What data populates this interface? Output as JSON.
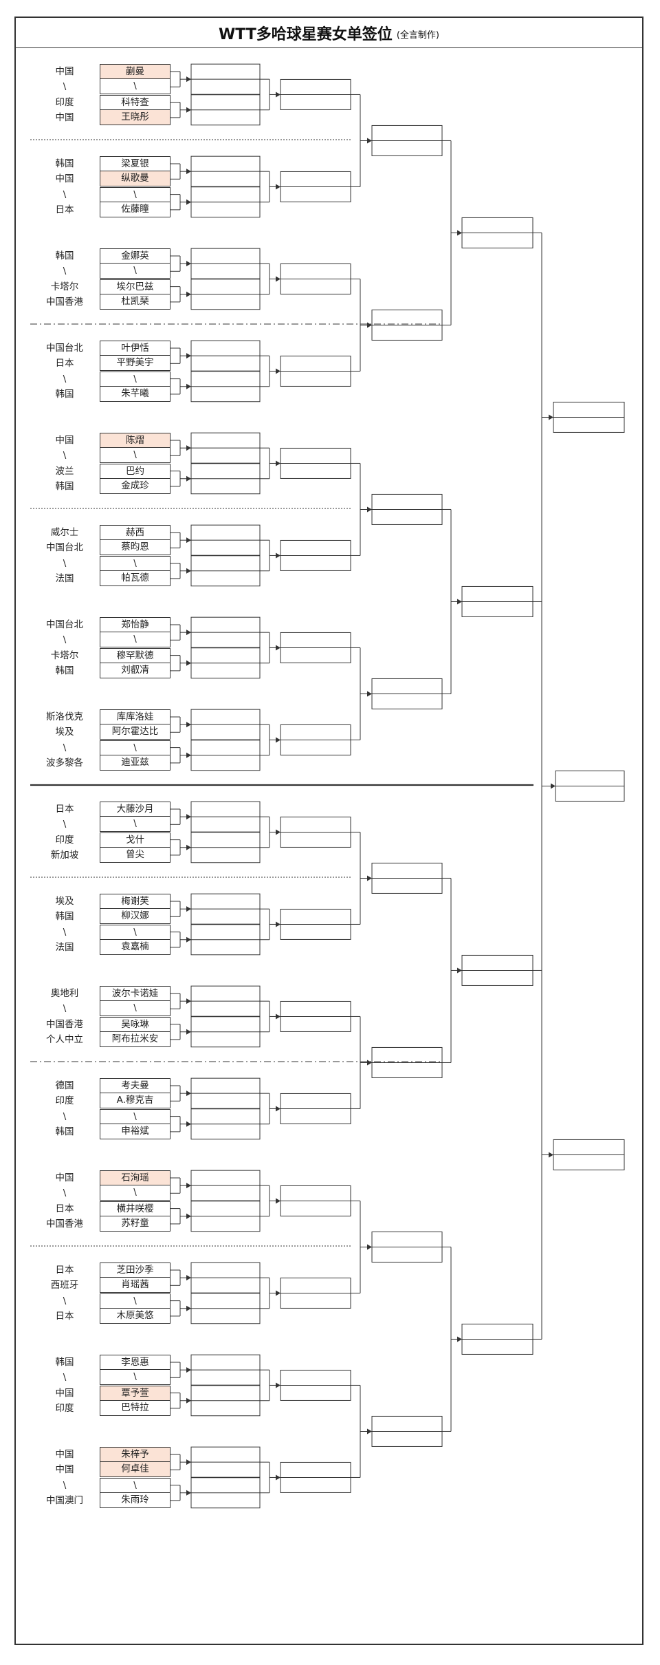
{
  "title": "WTT多哈球星赛女单签位",
  "subtitle": "(全言制作)",
  "colors": {
    "seed_fill": "#fbe3d6",
    "line": "#333333"
  },
  "entries": [
    {
      "country": "中国",
      "player": "蒯曼",
      "seed": true
    },
    {
      "country": "\\",
      "player": "\\",
      "seed": false
    },
    {
      "country": "印度",
      "player": "科特查",
      "seed": false
    },
    {
      "country": "中国",
      "player": "王晓彤",
      "seed": true
    },
    {
      "country": "韩国",
      "player": "梁夏银",
      "seed": false
    },
    {
      "country": "中国",
      "player": "纵歌曼",
      "seed": true
    },
    {
      "country": "\\",
      "player": "\\",
      "seed": false
    },
    {
      "country": "日本",
      "player": "佐藤瞳",
      "seed": false
    },
    {
      "country": "韩国",
      "player": "金娜英",
      "seed": false
    },
    {
      "country": "\\",
      "player": "\\",
      "seed": false
    },
    {
      "country": "卡塔尔",
      "player": "埃尔巴兹",
      "seed": false
    },
    {
      "country": "中国香港",
      "player": "杜凯琹",
      "seed": false
    },
    {
      "country": "中国台北",
      "player": "叶伊恬",
      "seed": false
    },
    {
      "country": "日本",
      "player": "平野美宇",
      "seed": false
    },
    {
      "country": "\\",
      "player": "\\",
      "seed": false
    },
    {
      "country": "韩国",
      "player": "朱芊曦",
      "seed": false
    },
    {
      "country": "中国",
      "player": "陈熠",
      "seed": true
    },
    {
      "country": "\\",
      "player": "\\",
      "seed": false
    },
    {
      "country": "波兰",
      "player": "巴约",
      "seed": false
    },
    {
      "country": "韩国",
      "player": "金成珍",
      "seed": false
    },
    {
      "country": "威尔士",
      "player": "赫西",
      "seed": false
    },
    {
      "country": "中国台北",
      "player": "蔡昀恩",
      "seed": false
    },
    {
      "country": "\\",
      "player": "\\",
      "seed": false
    },
    {
      "country": "法国",
      "player": "帕瓦德",
      "seed": false
    },
    {
      "country": "中国台北",
      "player": "郑怡静",
      "seed": false
    },
    {
      "country": "\\",
      "player": "\\",
      "seed": false
    },
    {
      "country": "卡塔尔",
      "player": "穆罕默德",
      "seed": false
    },
    {
      "country": "韩国",
      "player": "刘叡凊",
      "seed": false
    },
    {
      "country": "斯洛伐克",
      "player": "库库洛娃",
      "seed": false
    },
    {
      "country": "埃及",
      "player": "阿尔霍达比",
      "seed": false
    },
    {
      "country": "\\",
      "player": "\\",
      "seed": false
    },
    {
      "country": "波多黎各",
      "player": "迪亚兹",
      "seed": false
    },
    {
      "country": "日本",
      "player": "大藤沙月",
      "seed": false
    },
    {
      "country": "\\",
      "player": "\\",
      "seed": false
    },
    {
      "country": "印度",
      "player": "戈什",
      "seed": false
    },
    {
      "country": "新加坡",
      "player": "曾尖",
      "seed": false
    },
    {
      "country": "埃及",
      "player": "梅谢芙",
      "seed": false
    },
    {
      "country": "韩国",
      "player": "柳汉娜",
      "seed": false
    },
    {
      "country": "\\",
      "player": "\\",
      "seed": false
    },
    {
      "country": "法国",
      "player": "袁嘉楠",
      "seed": false
    },
    {
      "country": "奥地利",
      "player": "波尔卡诺娃",
      "seed": false
    },
    {
      "country": "\\",
      "player": "\\",
      "seed": false
    },
    {
      "country": "中国香港",
      "player": "吴咏琳",
      "seed": false
    },
    {
      "country": "个人中立",
      "player": "阿布拉米安",
      "seed": false
    },
    {
      "country": "德国",
      "player": "考夫曼",
      "seed": false
    },
    {
      "country": "印度",
      "player": "A.穆克吉",
      "seed": false
    },
    {
      "country": "\\",
      "player": "\\",
      "seed": false
    },
    {
      "country": "韩国",
      "player": "申裕斌",
      "seed": false
    },
    {
      "country": "中国",
      "player": "石洵瑶",
      "seed": true
    },
    {
      "country": "\\",
      "player": "\\",
      "seed": false
    },
    {
      "country": "日本",
      "player": "横井咲樱",
      "seed": false
    },
    {
      "country": "中国香港",
      "player": "苏籽童",
      "seed": false
    },
    {
      "country": "日本",
      "player": "芝田沙季",
      "seed": false
    },
    {
      "country": "西班牙",
      "player": "肖瑶茜",
      "seed": false
    },
    {
      "country": "\\",
      "player": "\\",
      "seed": false
    },
    {
      "country": "日本",
      "player": "木原美悠",
      "seed": false
    },
    {
      "country": "韩国",
      "player": "李恩惠",
      "seed": false
    },
    {
      "country": "\\",
      "player": "\\",
      "seed": false
    },
    {
      "country": "中国",
      "player": "覃予萱",
      "seed": true
    },
    {
      "country": "印度",
      "player": "巴特拉",
      "seed": false
    },
    {
      "country": "中国",
      "player": "朱梓予",
      "seed": true
    },
    {
      "country": "中国",
      "player": "何卓佳",
      "seed": true
    },
    {
      "country": "\\",
      "player": "\\",
      "seed": false
    },
    {
      "country": "中国澳门",
      "player": "朱雨玲",
      "seed": false
    }
  ]
}
